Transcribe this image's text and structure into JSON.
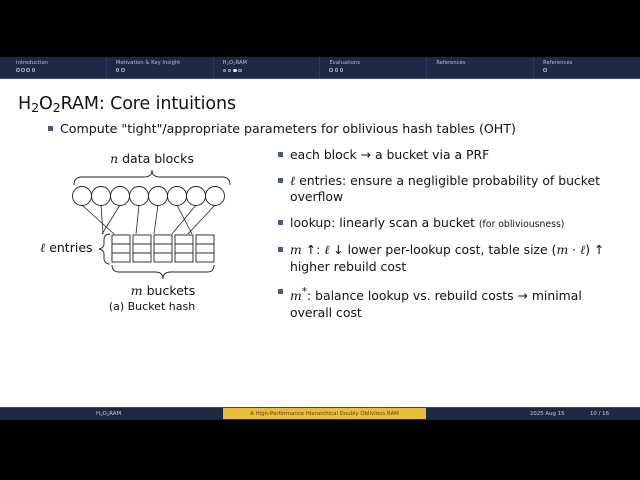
{
  "navbar": {
    "sections": [
      {
        "label": "Introduction",
        "dots": 4,
        "active": -1
      },
      {
        "label": "Motivation & Key Insight",
        "dots": 2,
        "active": -1
      },
      {
        "label": "H2O2RAM",
        "dots": 4,
        "active": 2
      },
      {
        "label": "Evaluations",
        "dots": 3,
        "active": -1
      },
      {
        "label": "References",
        "dots": 0,
        "active": -1
      },
      {
        "label": "References",
        "dots": 1,
        "active": -1
      }
    ]
  },
  "slide": {
    "title": "H2O2RAM: Core intuitions",
    "lead_bullet": "Compute \"tight\"/appropriate parameters for oblivious hash tables (OHT)",
    "figure": {
      "top_label": "n data blocks",
      "left_label": "ℓ entries",
      "bottom_label": "m buckets",
      "caption": "(a) Bucket hash",
      "num_blocks": 8,
      "num_buckets": 5,
      "cells_per_bucket": 3
    },
    "bullets": [
      {
        "text": "each block → a bucket via a PRF",
        "note": ""
      },
      {
        "text": "ℓ entries: ensure a negligible probability of bucket overflow",
        "note": ""
      },
      {
        "text": "lookup: linearly scan a bucket",
        "note": "(for obliviousness)"
      },
      {
        "text": "m ↑: ℓ ↓ lower per-lookup cost, table size (m · ℓ) ↑ higher rebuild cost",
        "note": ""
      },
      {
        "text": "m*: balance lookup vs. rebuild costs → minimal overall cost",
        "note": ""
      }
    ]
  },
  "footer": {
    "left": "H2O2RAM",
    "center": "A High-Performance Hierarchical Doubly Oblivious RAM",
    "date": "2025 Aug 15",
    "page": "10 / 16"
  },
  "colors": {
    "navbar_bg": "#1d2a44",
    "slide_bg": "#ffffff",
    "accent_gold": "#e8bd3a",
    "bullet_square": "#4a5a78",
    "letterbox": "#000000"
  }
}
